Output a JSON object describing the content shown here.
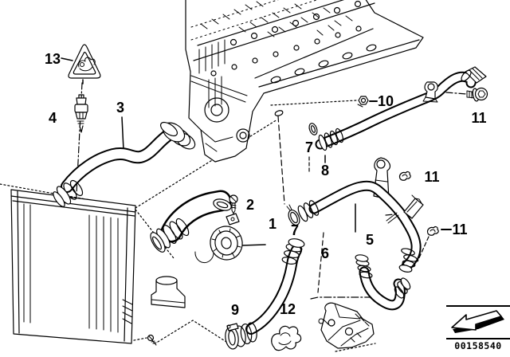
{
  "diagram": {
    "background_color": "#ffffff",
    "line_color": "#000000",
    "image_number": "00158540",
    "callouts": {
      "c1": "1",
      "c2": "2",
      "c3": "3",
      "c4": "4",
      "c5": "5",
      "c6": "6",
      "c7a": "7",
      "c7b": "7",
      "c8": "8",
      "c9": "9",
      "c10": "10",
      "c11a": "11",
      "c11b": "11",
      "c11c": "11",
      "c12": "12",
      "c13": "13"
    }
  }
}
